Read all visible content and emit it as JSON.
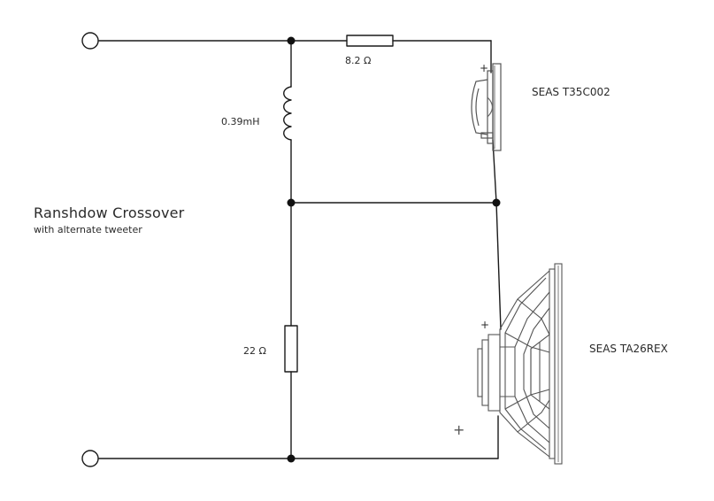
{
  "diagram": {
    "title": "Ranshdow Crossover",
    "subtitle": "with alternate tweeter"
  },
  "components": {
    "series_resistor": "8.2 Ω",
    "inductor": "0.39mH",
    "shunt_resistor": "22 Ω"
  },
  "speakers": {
    "tweeter": "SEAS T35C002",
    "woofer": "SEAS TA26REX"
  },
  "polarity": {
    "tweeter_plus": "+",
    "woofer_plus": "+",
    "bottom_plus": "+"
  },
  "colors": {
    "wire": "#1a1a1a",
    "speaker_line": "#555555"
  }
}
